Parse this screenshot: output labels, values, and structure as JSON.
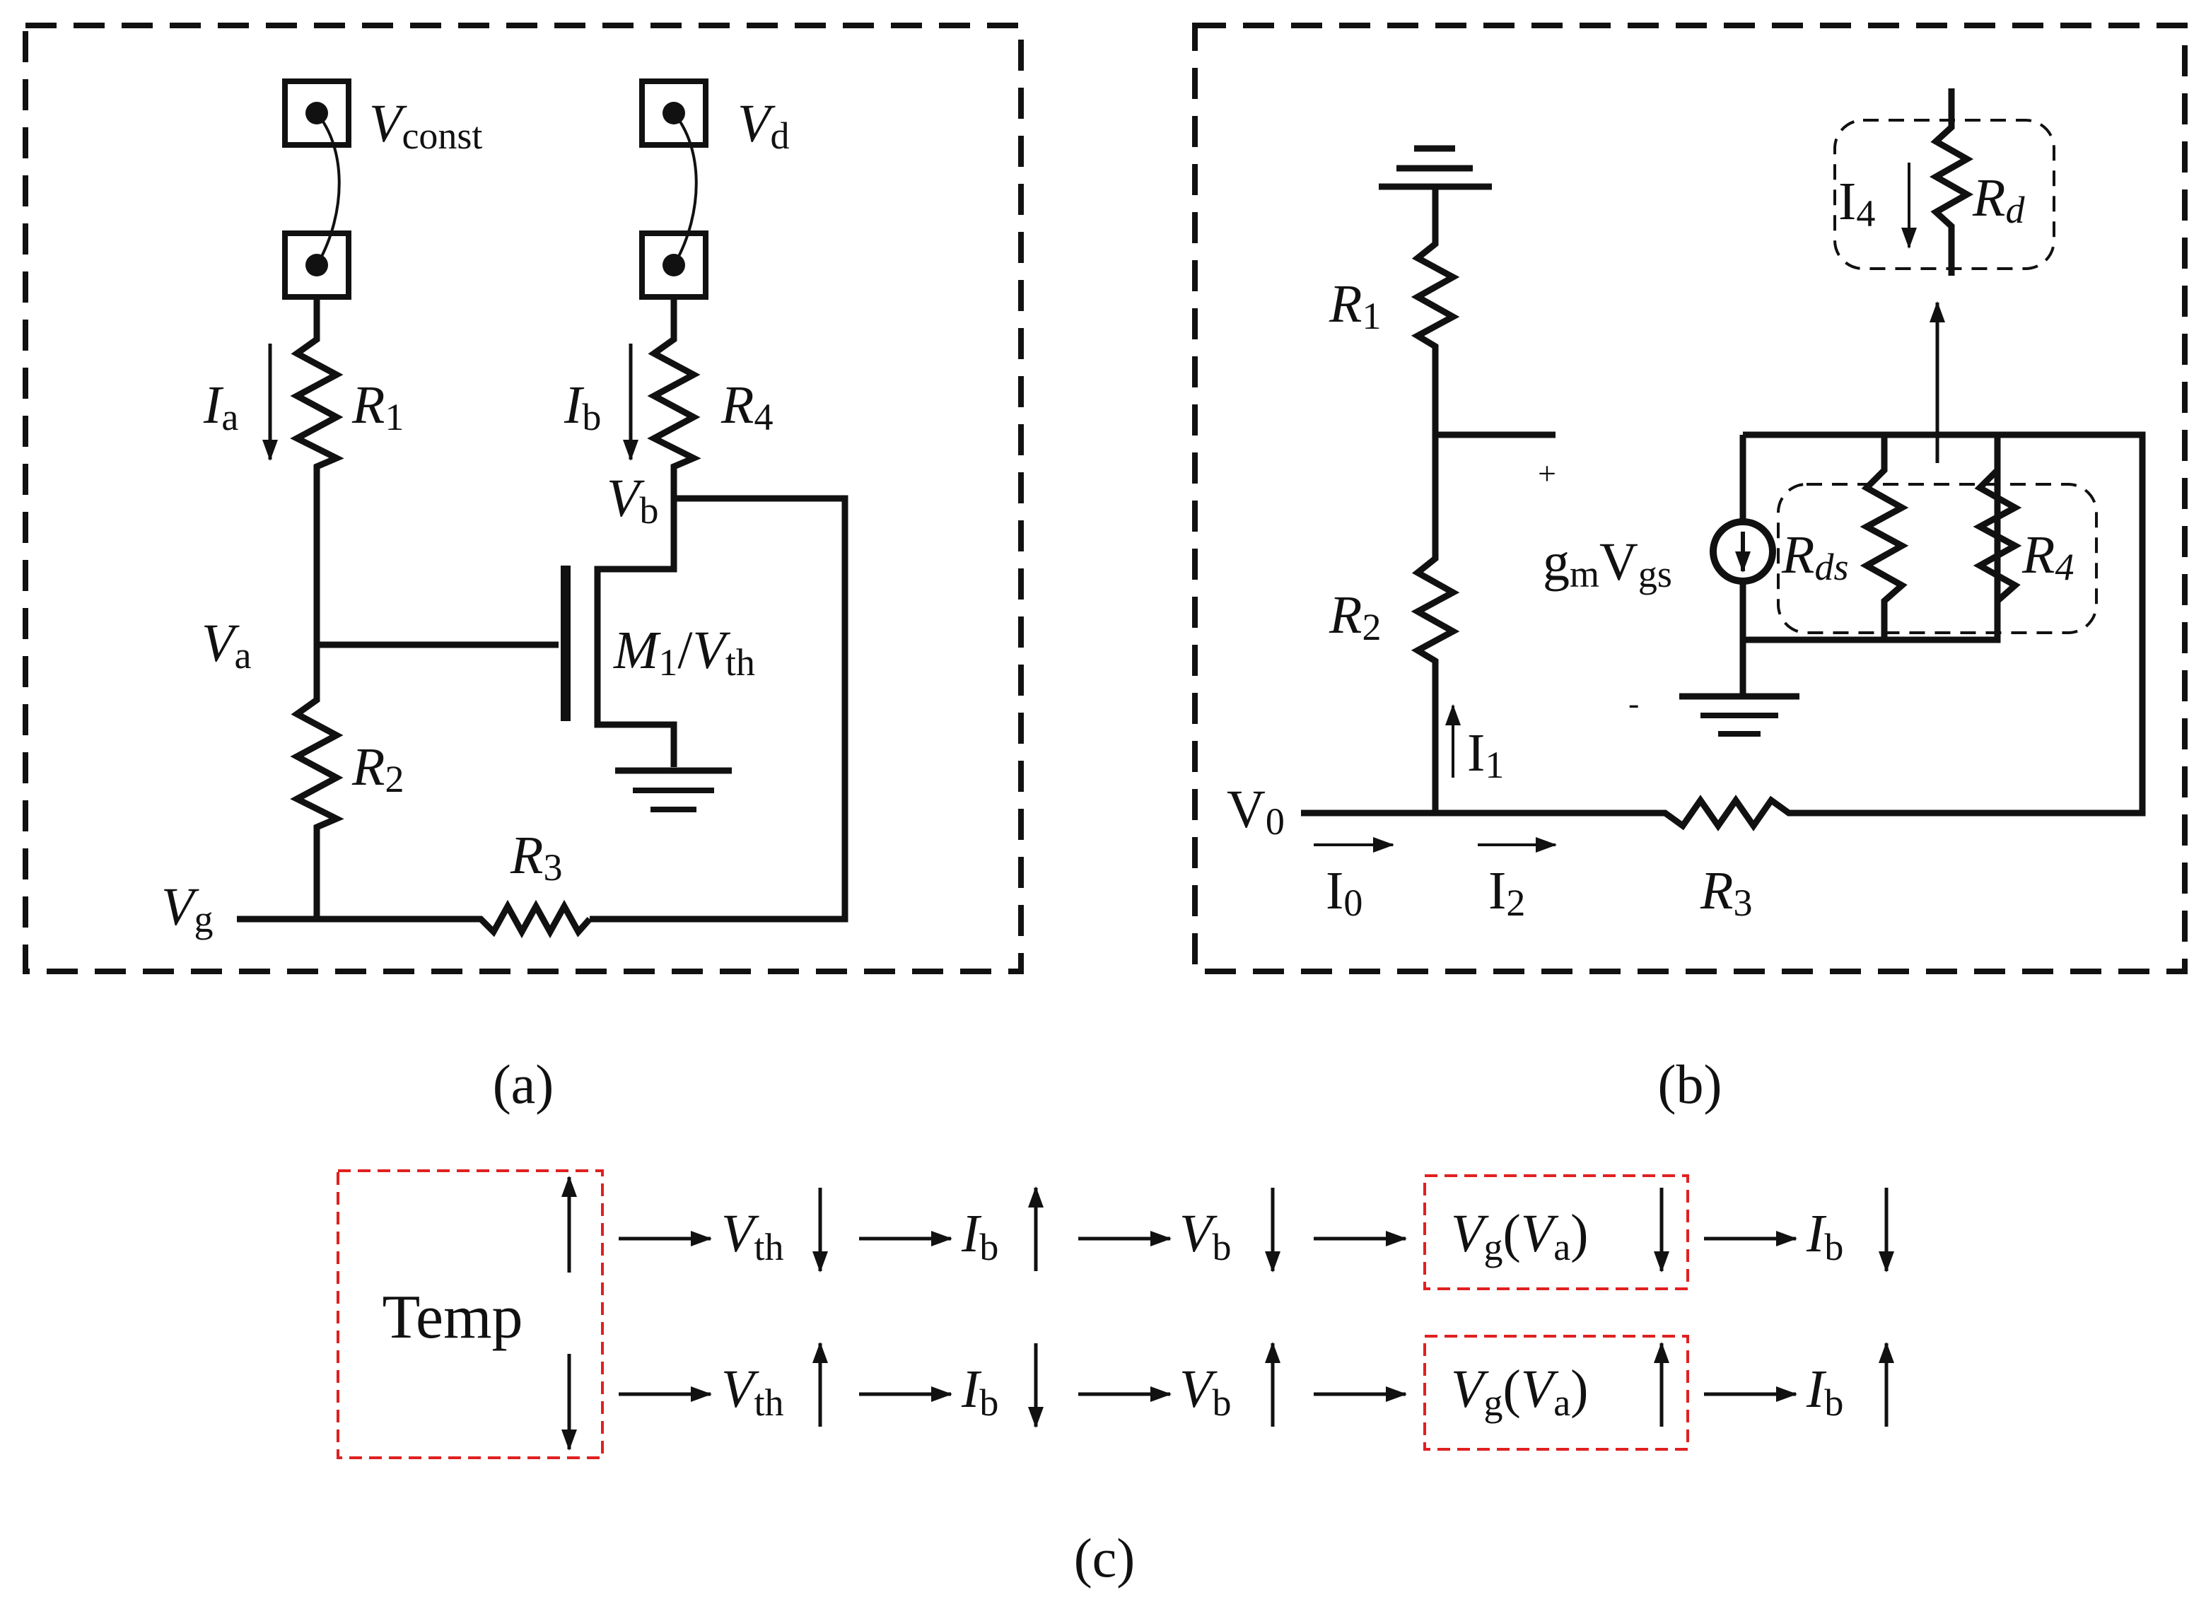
{
  "panel_a": {
    "caption": "(a)",
    "v_const": {
      "main": "V",
      "sub": "const"
    },
    "v_d": {
      "main": "V",
      "sub": "d"
    },
    "i_a": {
      "main": "I",
      "sub": "a"
    },
    "i_b": {
      "main": "I",
      "sub": "b"
    },
    "r1": {
      "main": "R",
      "sub": "1"
    },
    "r4": {
      "main": "R",
      "sub": "4"
    },
    "v_b": {
      "main": "V",
      "sub": "b"
    },
    "v_a": {
      "main": "V",
      "sub": "a"
    },
    "m1": {
      "main": "M",
      "sub": "1",
      "sep": "/",
      "main2": "V",
      "sub2": "th"
    },
    "r2": {
      "main": "R",
      "sub": "2"
    },
    "r3": {
      "main": "R",
      "sub": "3"
    },
    "v_g": {
      "main": "V",
      "sub": "g"
    }
  },
  "panel_b": {
    "caption": "(b)",
    "r1": {
      "main": "R",
      "sub": "1"
    },
    "r2": {
      "main": "R",
      "sub": "2"
    },
    "r3": {
      "main": "R",
      "sub": "3"
    },
    "i4": {
      "main": "I",
      "sub": "4"
    },
    "rd": {
      "main": "R",
      "sub": "d"
    },
    "plus": "+",
    "minus": "-",
    "gm_vgs": {
      "a": "g",
      "a_sub": "m",
      "b": "V",
      "b_sub": "gs"
    },
    "rds": {
      "main": "R",
      "sub": "ds"
    },
    "r4": {
      "main": "R",
      "sub": "4"
    },
    "i1": {
      "main": "I",
      "sub": "1"
    },
    "v0": {
      "main": "V",
      "sub": "0"
    },
    "i0": {
      "main": "I",
      "sub": "0"
    },
    "i2": {
      "main": "I",
      "sub": "2"
    }
  },
  "panel_c": {
    "caption": "(c)",
    "temp": "Temp",
    "row1": [
      {
        "main": "V",
        "sub": "th",
        "dir": "down"
      },
      {
        "main": "I",
        "sub": "b",
        "dir": "up"
      },
      {
        "main": "V",
        "sub": "b",
        "dir": "down"
      },
      {
        "main": "V",
        "sub": "g",
        "paren_main": "V",
        "paren_sub": "a",
        "dir": "down"
      },
      {
        "main": "I",
        "sub": "b",
        "dir": "down"
      }
    ],
    "row2": [
      {
        "main": "V",
        "sub": "th",
        "dir": "up"
      },
      {
        "main": "I",
        "sub": "b",
        "dir": "down"
      },
      {
        "main": "V",
        "sub": "b",
        "dir": "up"
      },
      {
        "main": "V",
        "sub": "g",
        "paren_main": "V",
        "paren_sub": "a",
        "dir": "up"
      },
      {
        "main": "I",
        "sub": "b",
        "dir": "up"
      }
    ]
  },
  "colors": {
    "line": "#111111",
    "highlight_box": "#e02020",
    "dash_box": "#111111"
  }
}
